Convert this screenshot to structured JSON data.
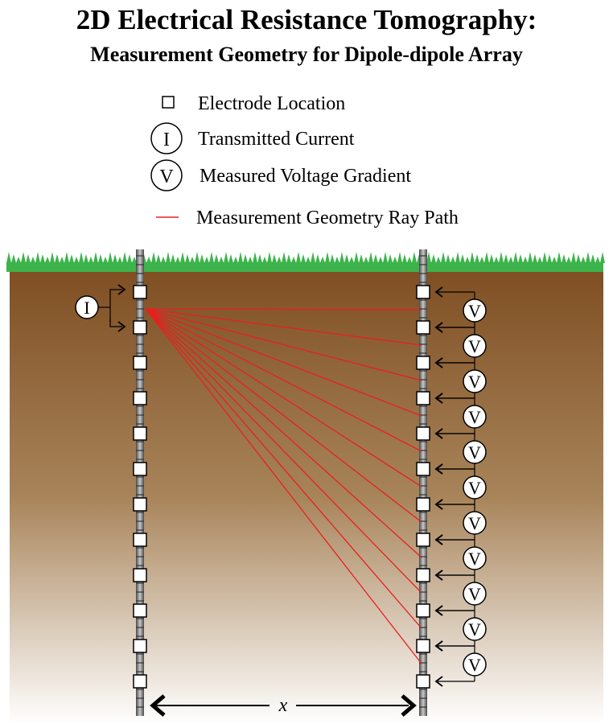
{
  "title": {
    "line1": "2D Electrical Resistance Tomography:",
    "line2": "Measurement Geometry for Dipole-dipole Array"
  },
  "legend": {
    "electrode": "Electrode Location",
    "current_symbol": "I",
    "current": "Transmitted Current",
    "voltage_symbol": "V",
    "voltage": "Measured Voltage Gradient",
    "ray": "Measurement Geometry Ray Path"
  },
  "diagram": {
    "current_label": "I",
    "voltage_label": "V",
    "distance_label": "x",
    "electrodes_per_borehole": 12,
    "voltage_pairs": 11,
    "ray_paths": 11
  },
  "colors": {
    "ray": "#e82020",
    "grass": "#3cb44b",
    "soil_top": "#7f4f23",
    "soil_bottom": "#ffffff",
    "borehole": "#8a8a8a"
  }
}
